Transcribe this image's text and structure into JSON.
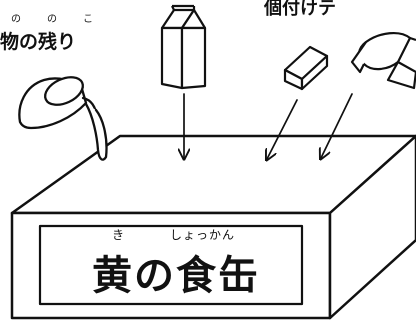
{
  "labels": {
    "corner_label": "物の残り",
    "corner_ruby_mono": "の",
    "corner_ruby_nokori": "のこ",
    "top_label": "個付けテ",
    "title_ruby_ki": "き",
    "title_ruby_shokkan": "しょっかん",
    "title": "黄の食缶"
  },
  "icons": [
    "pouring-cup-icon",
    "milk-carton-icon",
    "butter-block-icon",
    "cheese-wedge-icon",
    "arrow-icon"
  ]
}
